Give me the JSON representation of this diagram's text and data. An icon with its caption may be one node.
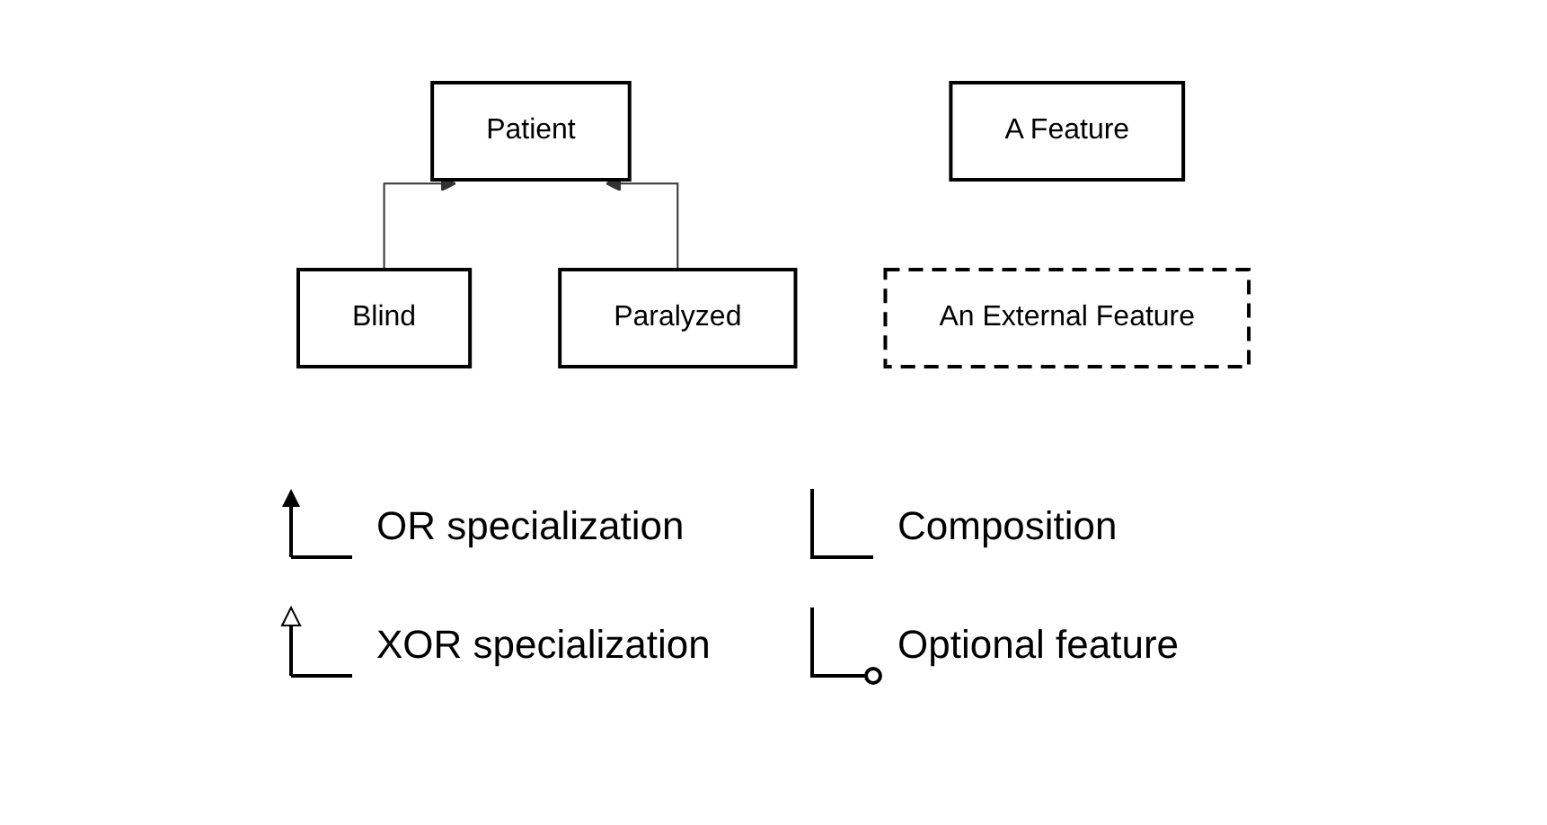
{
  "diagram": {
    "nodes": [
      {
        "text": [
          "Patient"
        ]
      },
      {
        "text": [
          "Blind"
        ]
      },
      {
        "text": [
          "Paralyzed"
        ]
      },
      {
        "text": [
          "An External Feature"
        ]
      },
      {
        "text": [
          "A Feature"
        ]
      }
    ],
    "edges": [
      {
        "from": 1,
        "to": 0,
        "arrow": "to"
      },
      {
        "from": 2,
        "to": 0,
        "arrow": "to"
      }
    ],
    "legend": [
      {
        "text": "OR specialization"
      },
      {
        "text": "Composition"
      },
      {
        "text": "XOR specialization"
      },
      {
        "text": "Optional feature"
      }
    ]
  }
}
